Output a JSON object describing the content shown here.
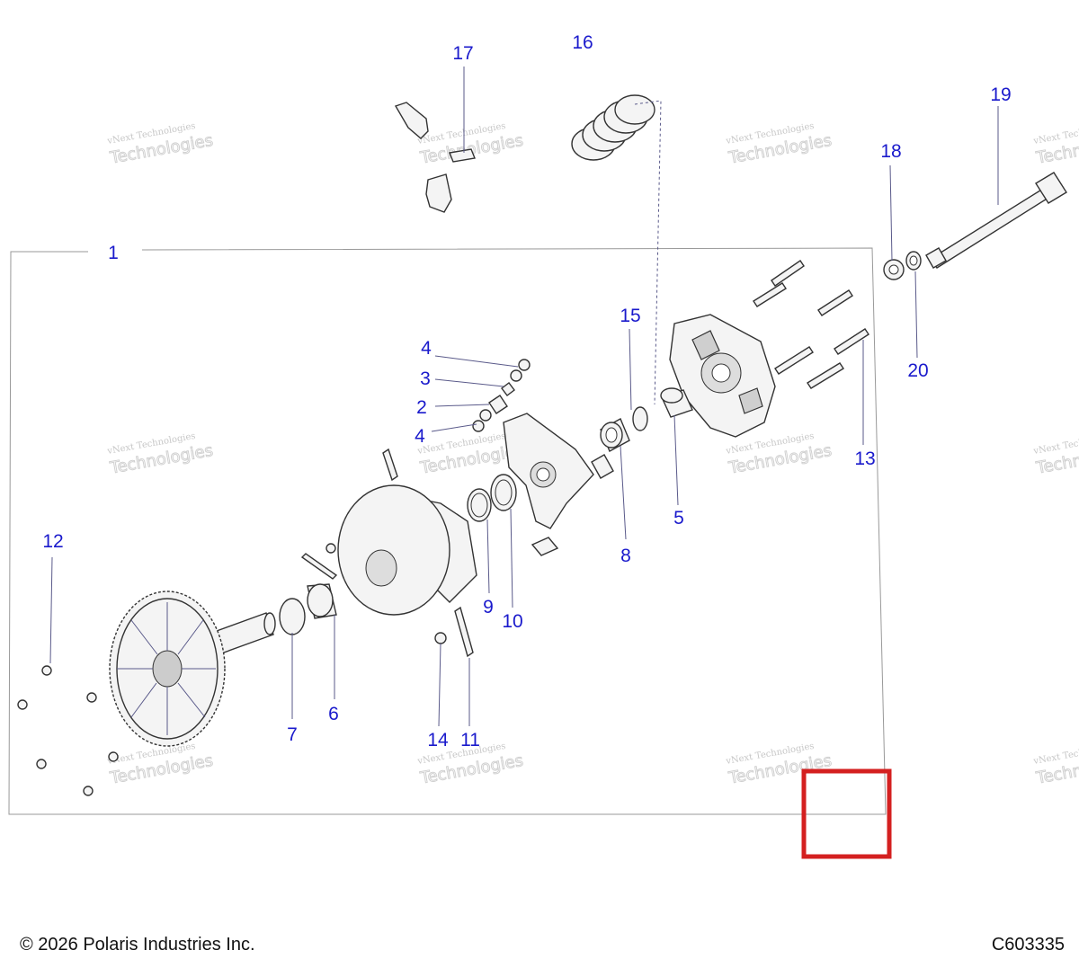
{
  "callouts": {
    "c1": "1",
    "c2": "2",
    "c3": "3",
    "c4a": "4",
    "c4b": "4",
    "c5": "5",
    "c6": "6",
    "c7": "7",
    "c8": "8",
    "c9": "9",
    "c10": "10",
    "c11": "11",
    "c12": "12",
    "c13": "13",
    "c14": "14",
    "c15": "15",
    "c16": "16",
    "c17": "17",
    "c18": "18",
    "c19": "19",
    "c20": "20"
  },
  "watermark": {
    "line1": "vNext Technologies",
    "line2": "Technologies"
  },
  "footer": {
    "copyright": "© 2026 Polaris Industries Inc.",
    "figure_id": "C603335"
  },
  "colors": {
    "callout": "#1a1acc",
    "highlight_box": "#d42020",
    "frame": "#999999"
  }
}
